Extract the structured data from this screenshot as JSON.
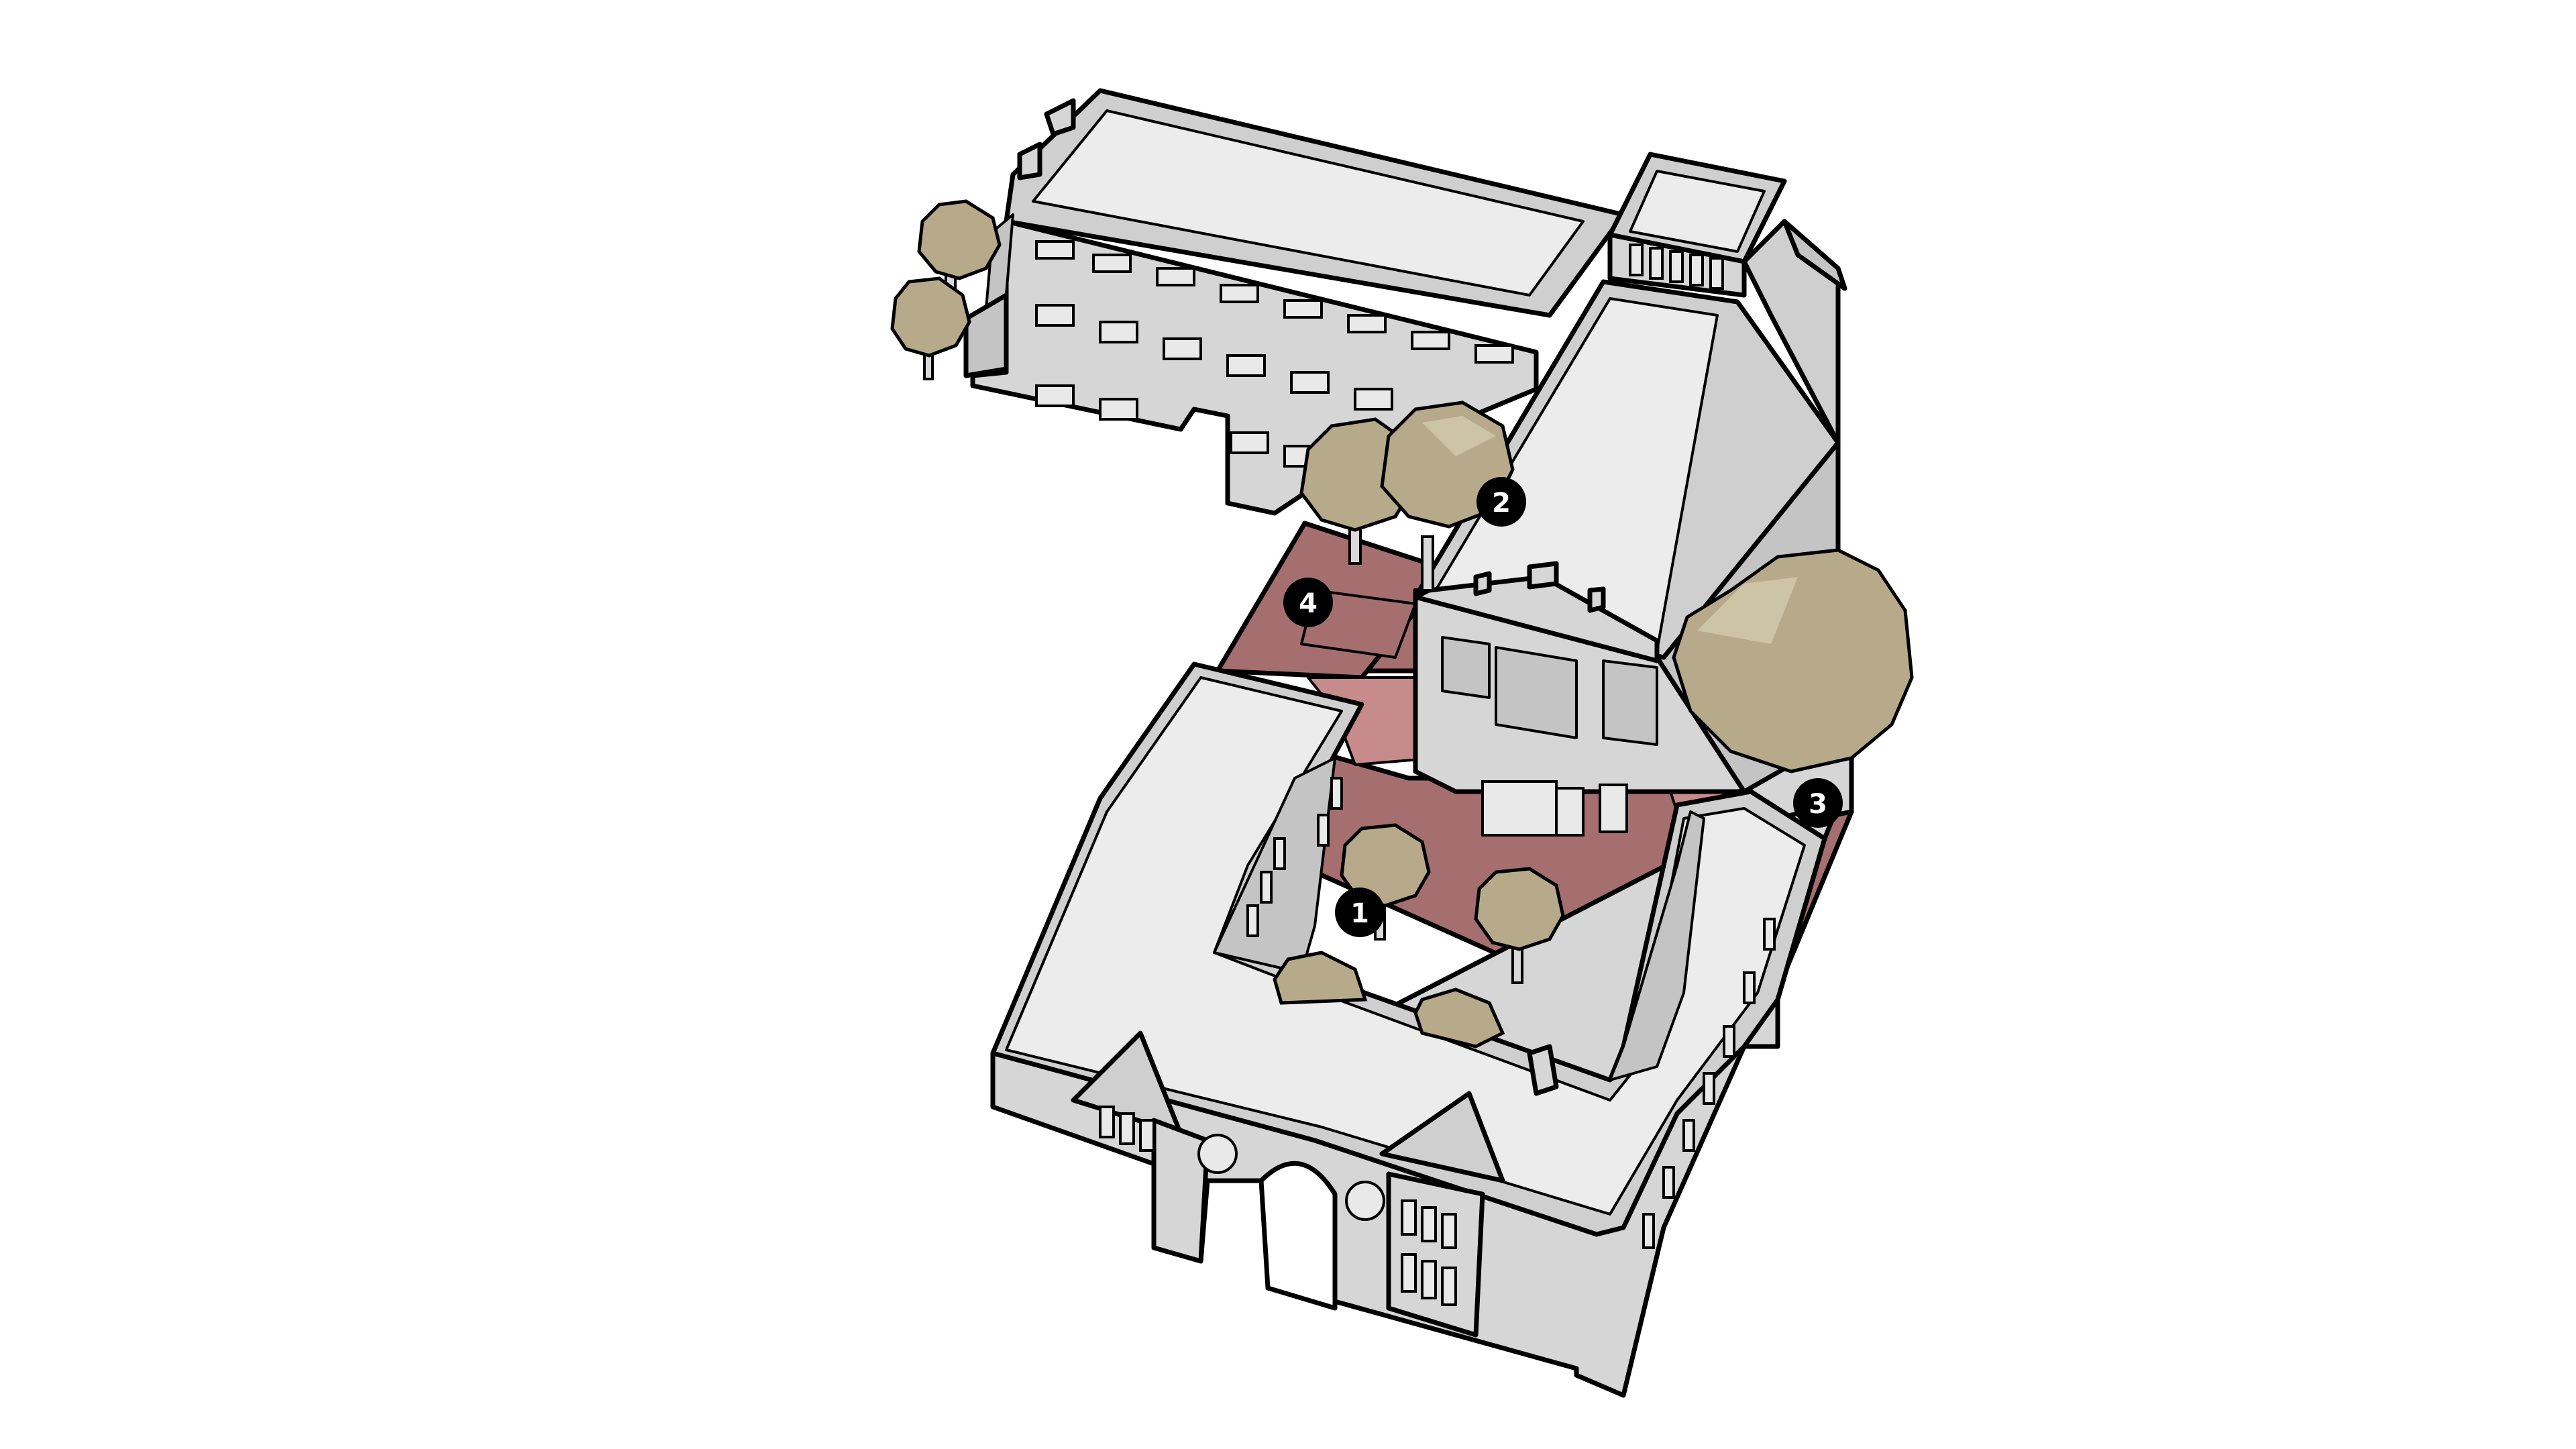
{
  "markers": [
    {
      "label": "1"
    },
    {
      "label": "2"
    },
    {
      "label": "3"
    },
    {
      "label": "4"
    }
  ],
  "colors": {
    "outline": "#000000",
    "roof": "#cfcfcf",
    "wall": "#d6d6d6",
    "courtyard": "#a66f6f",
    "courtyard_light": "#c88b8b",
    "tree": "#b6aa8a",
    "background": "#ffffff"
  }
}
